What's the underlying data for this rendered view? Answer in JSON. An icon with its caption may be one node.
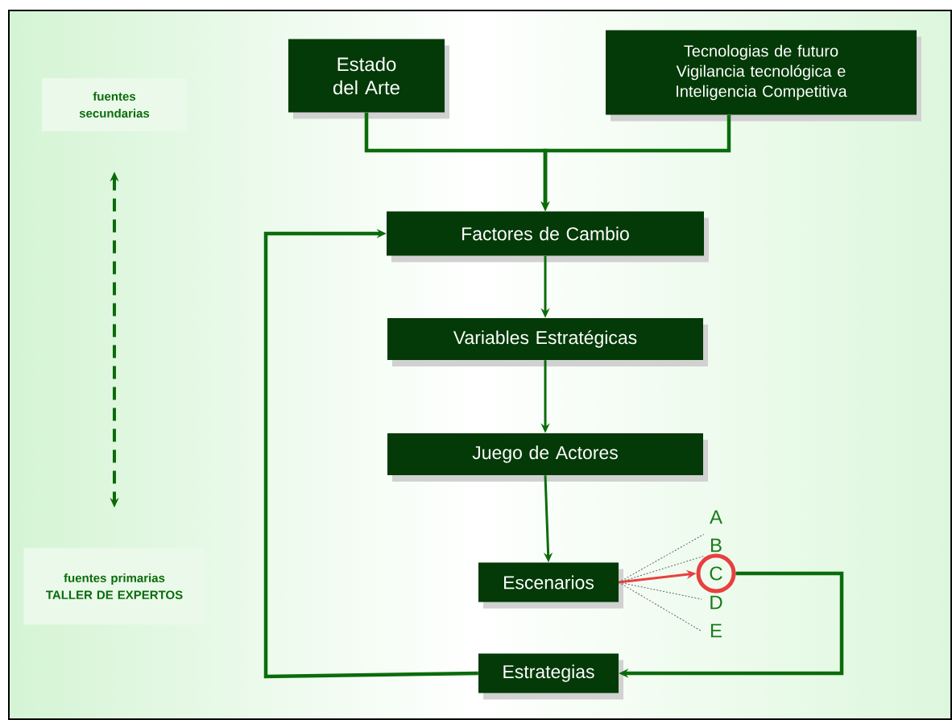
{
  "diagram": {
    "nodes": [
      {
        "text": [
          "Estado del Arte"
        ]
      },
      {
        "text": [
          "Tecnologias de futuro Vigilancia tecnológica e Inteligencia Competitiva"
        ]
      },
      {
        "text": [
          "Factores de Cambio"
        ]
      },
      {
        "text": [
          "Variables Estratégicas"
        ]
      },
      {
        "text": [
          "Juego de Actores"
        ]
      },
      {
        "text": [
          "Escenarios"
        ]
      },
      {
        "text": [
          "Estrategias"
        ]
      },
      {
        "text": [
          "fuentes secundarias"
        ]
      },
      {
        "text": [
          "fuentes primarias",
          "TALLER DE EXPERTOS"
        ]
      },
      {
        "text": [
          "A"
        ]
      },
      {
        "text": [
          "B"
        ]
      },
      {
        "text": [
          "C"
        ]
      },
      {
        "text": [
          "D"
        ]
      },
      {
        "text": [
          "E"
        ]
      }
    ],
    "edges": [
      {
        "from": 0,
        "to": 2,
        "arrow": "to"
      },
      {
        "from": 1,
        "to": 2,
        "arrow": "to"
      },
      {
        "from": 2,
        "to": 3,
        "arrow": "to"
      },
      {
        "from": 3,
        "to": 4,
        "arrow": "to"
      },
      {
        "from": 4,
        "to": 5,
        "arrow": "to"
      },
      {
        "from": 5,
        "to": 9,
        "arrow": "none",
        "style": "dashed",
        "color": "#666666"
      },
      {
        "from": 5,
        "to": 10,
        "arrow": "none",
        "style": "dashed",
        "color": "#666666"
      },
      {
        "from": 5,
        "to": 11,
        "arrow": "to",
        "color": "#e8403f"
      },
      {
        "from": 5,
        "to": 12,
        "arrow": "none",
        "style": "dashed",
        "color": "#666666"
      },
      {
        "from": 5,
        "to": 13,
        "arrow": "none",
        "style": "dashed",
        "color": "#666666"
      },
      {
        "from": 11,
        "to": 6,
        "arrow": "to"
      },
      {
        "from": 6,
        "to": 2,
        "arrow": "to"
      },
      {
        "from": 7,
        "to": 8,
        "arrow": "both",
        "style": "dashed"
      }
    ]
  }
}
